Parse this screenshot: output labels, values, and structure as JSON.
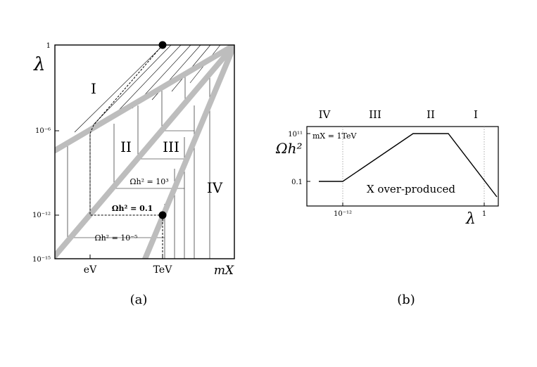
{
  "panel_a": {
    "y_axis_label": "λ",
    "y_ticks": [
      "1",
      "10⁻⁶",
      "10⁻¹²",
      "10⁻¹⁵"
    ],
    "x_ticks": [
      "eV",
      "TeV",
      "mX"
    ],
    "regions": [
      "I",
      "II",
      "III",
      "IV"
    ],
    "contours": [
      "Ωh² = 10³",
      "Ωh² = 0.1",
      "Ωh² = 10⁻⁵"
    ],
    "caption": "(a)"
  },
  "panel_b": {
    "y_axis_label": "Ωh²",
    "y_ticks": [
      "10¹¹",
      "0.1"
    ],
    "x_axis_label": "λ",
    "x_ticks": [
      "10⁻¹²",
      "1"
    ],
    "regions": [
      "IV",
      "III",
      "II",
      "I"
    ],
    "mass_note": "mX = 1TeV",
    "annotation": "X over-produced",
    "caption": "(b)"
  },
  "colors": {
    "band": "#bdbdbd",
    "ink": "#000000",
    "guide": "#9a9a9a"
  }
}
